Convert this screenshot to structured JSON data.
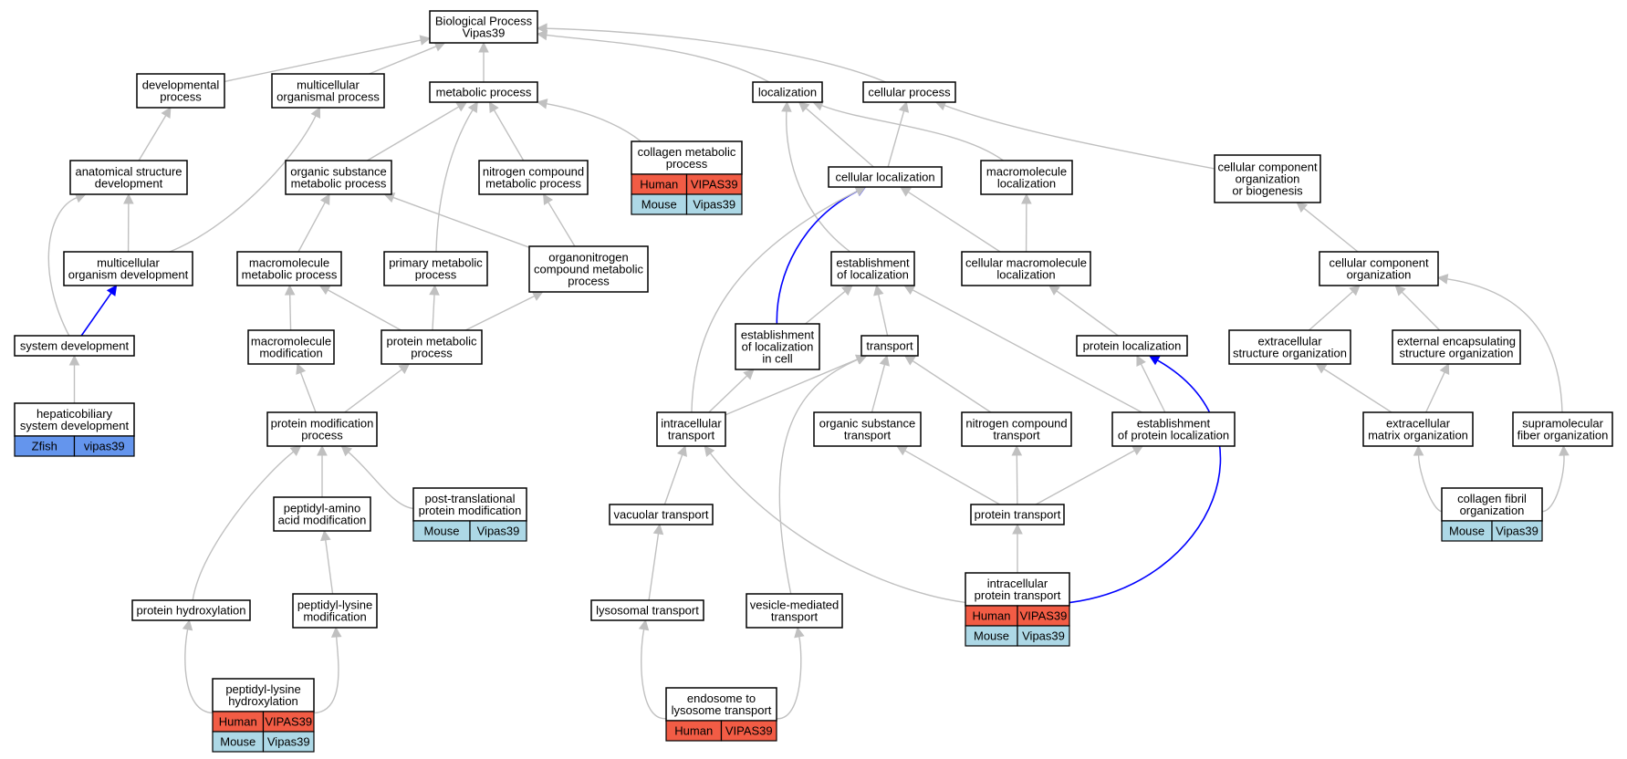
{
  "colors": {
    "human": "#f25c45",
    "mouse": "#add8e6",
    "zfish": "#6495ed",
    "edge": "#c0c0c0",
    "highlight_edge": "#0000ff"
  },
  "nodes": [
    {
      "id": "bp",
      "lines": [
        "Biological Process",
        "Vipas39"
      ]
    },
    {
      "id": "dev",
      "lines": [
        "developmental",
        "process"
      ]
    },
    {
      "id": "multi",
      "lines": [
        "multicellular",
        "organismal process"
      ]
    },
    {
      "id": "metab",
      "lines": [
        "metabolic process"
      ]
    },
    {
      "id": "loc",
      "lines": [
        "localization"
      ]
    },
    {
      "id": "cellproc",
      "lines": [
        "cellular process"
      ]
    },
    {
      "id": "anat",
      "lines": [
        "anatomical structure",
        "development"
      ]
    },
    {
      "id": "orgsub",
      "lines": [
        "organic substance",
        "metabolic process"
      ]
    },
    {
      "id": "nitro",
      "lines": [
        "nitrogen compound",
        "metabolic process"
      ]
    },
    {
      "id": "collagen",
      "lines": [
        "collagen metabolic",
        "process"
      ],
      "rows": [
        [
          "Human",
          "VIPAS39"
        ],
        [
          "Mouse",
          "Vipas39"
        ]
      ]
    },
    {
      "id": "cellloc",
      "lines": [
        "cellular localization"
      ]
    },
    {
      "id": "macroloc",
      "lines": [
        "macromolecule",
        "localization"
      ]
    },
    {
      "id": "ccob",
      "lines": [
        "cellular component",
        "organization",
        "or biogenesis"
      ]
    },
    {
      "id": "mcdev",
      "lines": [
        "multicellular",
        "organism development"
      ]
    },
    {
      "id": "macrometab",
      "lines": [
        "macromolecule",
        "metabolic process"
      ]
    },
    {
      "id": "primary",
      "lines": [
        "primary metabolic",
        "process"
      ]
    },
    {
      "id": "organonitro",
      "lines": [
        "organonitrogen",
        "compound metabolic",
        "process"
      ]
    },
    {
      "id": "estloc",
      "lines": [
        "establishment",
        "of localization"
      ]
    },
    {
      "id": "cellmacroloc",
      "lines": [
        "cellular macromolecule",
        "localization"
      ]
    },
    {
      "id": "cco",
      "lines": [
        "cellular component",
        "organization"
      ]
    },
    {
      "id": "sysdev",
      "lines": [
        "system development"
      ]
    },
    {
      "id": "macromod",
      "lines": [
        "macromolecule",
        "modification"
      ]
    },
    {
      "id": "protmetab",
      "lines": [
        "protein metabolic",
        "process"
      ]
    },
    {
      "id": "estlocincell",
      "lines": [
        "establishment",
        "of localization",
        "in cell"
      ]
    },
    {
      "id": "transport",
      "lines": [
        "transport"
      ]
    },
    {
      "id": "protloc",
      "lines": [
        "protein localization"
      ]
    },
    {
      "id": "ecso",
      "lines": [
        "extracellular",
        "structure organization"
      ]
    },
    {
      "id": "eeso",
      "lines": [
        "external encapsulating",
        "structure organization"
      ]
    },
    {
      "id": "hepato",
      "lines": [
        "hepaticobiliary",
        "system development"
      ],
      "rows": [
        [
          "Zfish",
          "vipas39"
        ]
      ]
    },
    {
      "id": "protmod",
      "lines": [
        "protein modification",
        "process"
      ]
    },
    {
      "id": "intratrans",
      "lines": [
        "intracellular",
        "transport"
      ]
    },
    {
      "id": "orgsubtrans",
      "lines": [
        "organic substance",
        "transport"
      ]
    },
    {
      "id": "nitrotrans",
      "lines": [
        "nitrogen compound",
        "transport"
      ]
    },
    {
      "id": "estprotloc",
      "lines": [
        "establishment",
        "of protein localization"
      ]
    },
    {
      "id": "ecmo",
      "lines": [
        "extracellular",
        "matrix organization"
      ]
    },
    {
      "id": "sfo",
      "lines": [
        "supramolecular",
        "fiber organization"
      ]
    },
    {
      "id": "peptaa",
      "lines": [
        "peptidyl-amino",
        "acid modification"
      ]
    },
    {
      "id": "posttrans",
      "lines": [
        "post-translational",
        "protein modification"
      ],
      "rows": [
        [
          "Mouse",
          "Vipas39"
        ]
      ]
    },
    {
      "id": "vactrans",
      "lines": [
        "vacuolar transport"
      ]
    },
    {
      "id": "prottrans",
      "lines": [
        "protein transport"
      ]
    },
    {
      "id": "cff",
      "lines": [
        "collagen fibril",
        "organization"
      ],
      "rows": [
        [
          "Mouse",
          "Vipas39"
        ]
      ]
    },
    {
      "id": "intraprot",
      "lines": [
        "intracellular",
        "protein transport"
      ],
      "rows": [
        [
          "Human",
          "VIPAS39"
        ],
        [
          "Mouse",
          "Vipas39"
        ]
      ]
    },
    {
      "id": "protehyd",
      "lines": [
        "protein hydroxylation"
      ]
    },
    {
      "id": "peptlysmod",
      "lines": [
        "peptidyl-lysine",
        "modification"
      ]
    },
    {
      "id": "lysotrans",
      "lines": [
        "lysosomal transport"
      ]
    },
    {
      "id": "vesicle",
      "lines": [
        "vesicle-mediated",
        "transport"
      ]
    },
    {
      "id": "peptlyshyd",
      "lines": [
        "peptidyl-lysine",
        "hydroxylation"
      ],
      "rows": [
        [
          "Human",
          "VIPAS39"
        ],
        [
          "Mouse",
          "Vipas39"
        ]
      ]
    },
    {
      "id": "endo",
      "lines": [
        "endosome to",
        "lysosome transport"
      ],
      "rows": [
        [
          "Human",
          "VIPAS39"
        ]
      ]
    }
  ],
  "edges": [
    {
      "from": "dev",
      "to": "bp"
    },
    {
      "from": "multi",
      "to": "bp"
    },
    {
      "from": "metab",
      "to": "bp"
    },
    {
      "from": "loc",
      "to": "bp"
    },
    {
      "from": "cellproc",
      "to": "bp"
    },
    {
      "from": "anat",
      "to": "dev"
    },
    {
      "from": "mcdev",
      "to": "anat"
    },
    {
      "from": "mcdev",
      "to": "multi"
    },
    {
      "from": "sysdev",
      "to": "anat"
    },
    {
      "from": "sysdev",
      "to": "mcdev",
      "highlight": true
    },
    {
      "from": "hepato",
      "to": "sysdev"
    },
    {
      "from": "orgsub",
      "to": "metab"
    },
    {
      "from": "nitro",
      "to": "metab"
    },
    {
      "from": "collagen",
      "to": "metab"
    },
    {
      "from": "primary",
      "to": "metab"
    },
    {
      "from": "macrometab",
      "to": "orgsub"
    },
    {
      "from": "organonitro",
      "to": "orgsub"
    },
    {
      "from": "organonitro",
      "to": "nitro"
    },
    {
      "from": "macromod",
      "to": "macrometab"
    },
    {
      "from": "protmetab",
      "to": "macrometab"
    },
    {
      "from": "protmetab",
      "to": "primary"
    },
    {
      "from": "protmetab",
      "to": "organonitro"
    },
    {
      "from": "protmod",
      "to": "macromod"
    },
    {
      "from": "protmod",
      "to": "protmetab"
    },
    {
      "from": "peptaa",
      "to": "protmod"
    },
    {
      "from": "posttrans",
      "to": "protmod"
    },
    {
      "from": "protehyd",
      "to": "protmod"
    },
    {
      "from": "peptlysmod",
      "to": "peptaa"
    },
    {
      "from": "peptlyshyd",
      "to": "protehyd"
    },
    {
      "from": "peptlyshyd",
      "to": "peptlysmod"
    },
    {
      "from": "cellloc",
      "to": "loc"
    },
    {
      "from": "cellloc",
      "to": "cellproc"
    },
    {
      "from": "macroloc",
      "to": "loc"
    },
    {
      "from": "estloc",
      "to": "loc"
    },
    {
      "from": "ccob",
      "to": "cellproc"
    },
    {
      "from": "cellmacroloc",
      "to": "cellloc"
    },
    {
      "from": "cellmacroloc",
      "to": "macroloc"
    },
    {
      "from": "estlocincell",
      "to": "cellloc",
      "highlight": true
    },
    {
      "from": "estlocincell",
      "to": "estloc"
    },
    {
      "from": "transport",
      "to": "estloc"
    },
    {
      "from": "protloc",
      "to": "cellmacroloc"
    },
    {
      "from": "estprotloc",
      "to": "protloc"
    },
    {
      "from": "estprotloc",
      "to": "estloc"
    },
    {
      "from": "intratrans",
      "to": "cellloc"
    },
    {
      "from": "intratrans",
      "to": "estlocincell"
    },
    {
      "from": "intratrans",
      "to": "transport"
    },
    {
      "from": "orgsubtrans",
      "to": "transport"
    },
    {
      "from": "nitrotrans",
      "to": "transport"
    },
    {
      "from": "vesicle",
      "to": "transport"
    },
    {
      "from": "vactrans",
      "to": "intratrans"
    },
    {
      "from": "lysotrans",
      "to": "vactrans"
    },
    {
      "from": "endo",
      "to": "lysotrans"
    },
    {
      "from": "endo",
      "to": "vesicle"
    },
    {
      "from": "prottrans",
      "to": "orgsubtrans"
    },
    {
      "from": "prottrans",
      "to": "nitrotrans"
    },
    {
      "from": "prottrans",
      "to": "estprotloc"
    },
    {
      "from": "intraprot",
      "to": "prottrans"
    },
    {
      "from": "intraprot",
      "to": "intratrans"
    },
    {
      "from": "intraprot",
      "to": "protloc",
      "highlight": true
    },
    {
      "from": "cco",
      "to": "ccob"
    },
    {
      "from": "ecso",
      "to": "cco"
    },
    {
      "from": "eeso",
      "to": "cco"
    },
    {
      "from": "sfo",
      "to": "cco"
    },
    {
      "from": "ecmo",
      "to": "ecso"
    },
    {
      "from": "ecmo",
      "to": "eeso"
    },
    {
      "from": "cff",
      "to": "ecmo"
    },
    {
      "from": "cff",
      "to": "sfo"
    }
  ]
}
